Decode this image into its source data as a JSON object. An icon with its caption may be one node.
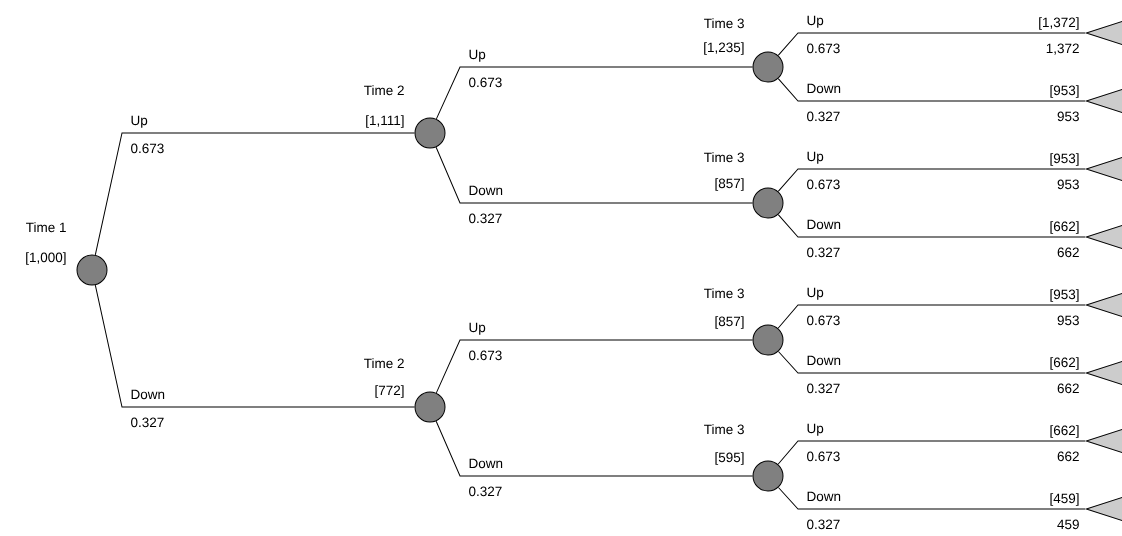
{
  "diagram": {
    "nodes": [
      {
        "text": [],
        "shape": "circle",
        "beside": [
          "Time 1",
          "[1,000]"
        ]
      },
      {
        "text": [],
        "shape": "circle",
        "beside": [
          "Time 2",
          "[1,111]"
        ]
      },
      {
        "text": [],
        "shape": "circle",
        "beside": [
          "Time 2",
          "[772]"
        ]
      },
      {
        "text": [],
        "shape": "circle",
        "beside": [
          "Time 3",
          "[1,235]"
        ]
      },
      {
        "text": [],
        "shape": "circle",
        "beside": [
          "Time 3",
          "[857]"
        ]
      },
      {
        "text": [],
        "shape": "circle",
        "beside": [
          "Time 3",
          "[857]"
        ]
      },
      {
        "text": [],
        "shape": "circle",
        "beside": [
          "Time 3",
          "[595]"
        ]
      },
      {
        "text": [],
        "shape": "triangle",
        "beside": [
          "[1,372]",
          "1,372"
        ]
      },
      {
        "text": [],
        "shape": "triangle",
        "beside": [
          "[953]",
          "953"
        ]
      },
      {
        "text": [],
        "shape": "triangle",
        "beside": [
          "[953]",
          "953"
        ]
      },
      {
        "text": [],
        "shape": "triangle",
        "beside": [
          "[662]",
          "662"
        ]
      },
      {
        "text": [],
        "shape": "triangle",
        "beside": [
          "[953]",
          "953"
        ]
      },
      {
        "text": [],
        "shape": "triangle",
        "beside": [
          "[662]",
          "662"
        ]
      },
      {
        "text": [],
        "shape": "triangle",
        "beside": [
          "[662]",
          "662"
        ]
      },
      {
        "text": [],
        "shape": "triangle",
        "beside": [
          "[459]",
          "459"
        ]
      }
    ],
    "edges": [
      {
        "from": 0,
        "to": 1,
        "arrow": "none",
        "label": "Up"
      },
      {
        "from": 0,
        "to": 2,
        "arrow": "none",
        "label": "Down"
      },
      {
        "from": 1,
        "to": 3,
        "arrow": "none",
        "label": "Up"
      },
      {
        "from": 1,
        "to": 4,
        "arrow": "none",
        "label": "Down"
      },
      {
        "from": 2,
        "to": 5,
        "arrow": "none",
        "label": "Up"
      },
      {
        "from": 2,
        "to": 6,
        "arrow": "none",
        "label": "Down"
      },
      {
        "from": 3,
        "to": 7,
        "arrow": "none",
        "label": "Up"
      },
      {
        "from": 3,
        "to": 8,
        "arrow": "none",
        "label": "Down"
      },
      {
        "from": 4,
        "to": 9,
        "arrow": "none",
        "label": "Up"
      },
      {
        "from": 4,
        "to": 10,
        "arrow": "none",
        "label": "Down"
      },
      {
        "from": 5,
        "to": 11,
        "arrow": "none",
        "label": "Up"
      },
      {
        "from": 5,
        "to": 12,
        "arrow": "none",
        "label": "Down"
      },
      {
        "from": 6,
        "to": 13,
        "arrow": "none",
        "label": "Up"
      },
      {
        "from": 6,
        "to": 14,
        "arrow": "none",
        "label": "Down"
      }
    ],
    "labels": [
      "0.673",
      "0.327",
      "0.673",
      "0.327",
      "0.673",
      "0.327",
      "0.673",
      "0.327",
      "0.673",
      "0.327",
      "0.673",
      "0.327",
      "0.673",
      "0.327"
    ]
  }
}
